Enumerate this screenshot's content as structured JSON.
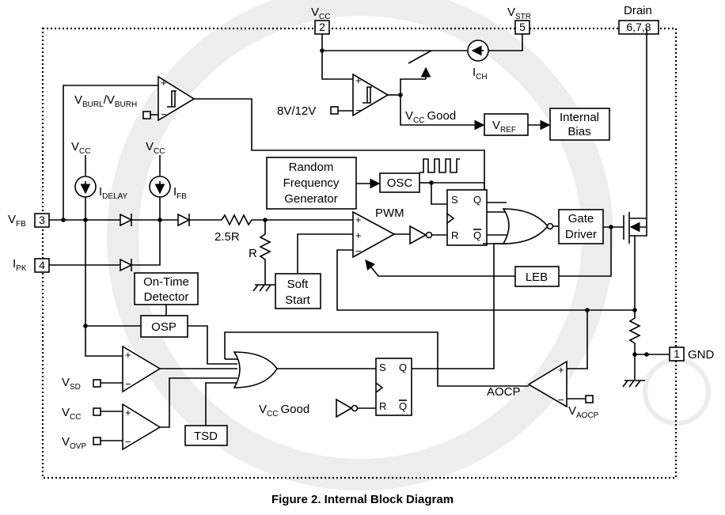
{
  "caption": "Figure 2.  Internal Block Diagram",
  "pins": {
    "vcc": {
      "name_main": "V",
      "name_sub": "CC",
      "num": "2"
    },
    "vstr": {
      "name_main": "V",
      "name_sub": "STR",
      "num": "5"
    },
    "drain": {
      "name": "Drain",
      "num": "6,7,8"
    },
    "vfb": {
      "name_main": "V",
      "name_sub": "FB",
      "num": "3"
    },
    "ipk": {
      "name_main": "I",
      "name_sub": "PK",
      "num": "4"
    },
    "gnd": {
      "name": "GND",
      "num": "1"
    }
  },
  "blocks": {
    "vref_main": "V",
    "vref_sub": "REF",
    "internal_bias": [
      "Internal",
      "Bias"
    ],
    "random_freq": [
      "Random",
      "Frequency",
      "Generator"
    ],
    "osc": "OSC",
    "gate_driver": [
      "Gate",
      "Driver"
    ],
    "leb": "LEB",
    "soft_start": [
      "Soft",
      "Start"
    ],
    "on_time": [
      "On-Time",
      "Detector"
    ],
    "osp": "OSP",
    "tsd": "TSD",
    "ff1": {
      "s": "S",
      "r": "R",
      "q": "Q",
      "qbar": "Q"
    },
    "ff2": {
      "s": "S",
      "r": "R",
      "q": "Q",
      "qbar": "Q"
    }
  },
  "labels": {
    "vcc_main": "V",
    "vcc_sub": "CC",
    "vburl": "V",
    "vburl_sub1": "BURL",
    "vburl_sep": "/V",
    "vburl_sub2": "BURH",
    "v8v12v": "8V/12V",
    "vcc_good": "Good",
    "ich_main": "I",
    "ich_sub": "CH",
    "idelay_main": "I",
    "idelay_sub": "DELAY",
    "ifb_main": "I",
    "ifb_sub": "FB",
    "r25": "2.5R",
    "r": "R",
    "pwm": "PWM",
    "aocp": "AOCP",
    "vaocp_main": "V",
    "vaocp_sub": "AOCP",
    "vsd_main": "V",
    "vsd_sub": "SD",
    "vovp_main": "V",
    "vovp_sub": "OVP",
    "plus": "+",
    "minus": "−"
  }
}
